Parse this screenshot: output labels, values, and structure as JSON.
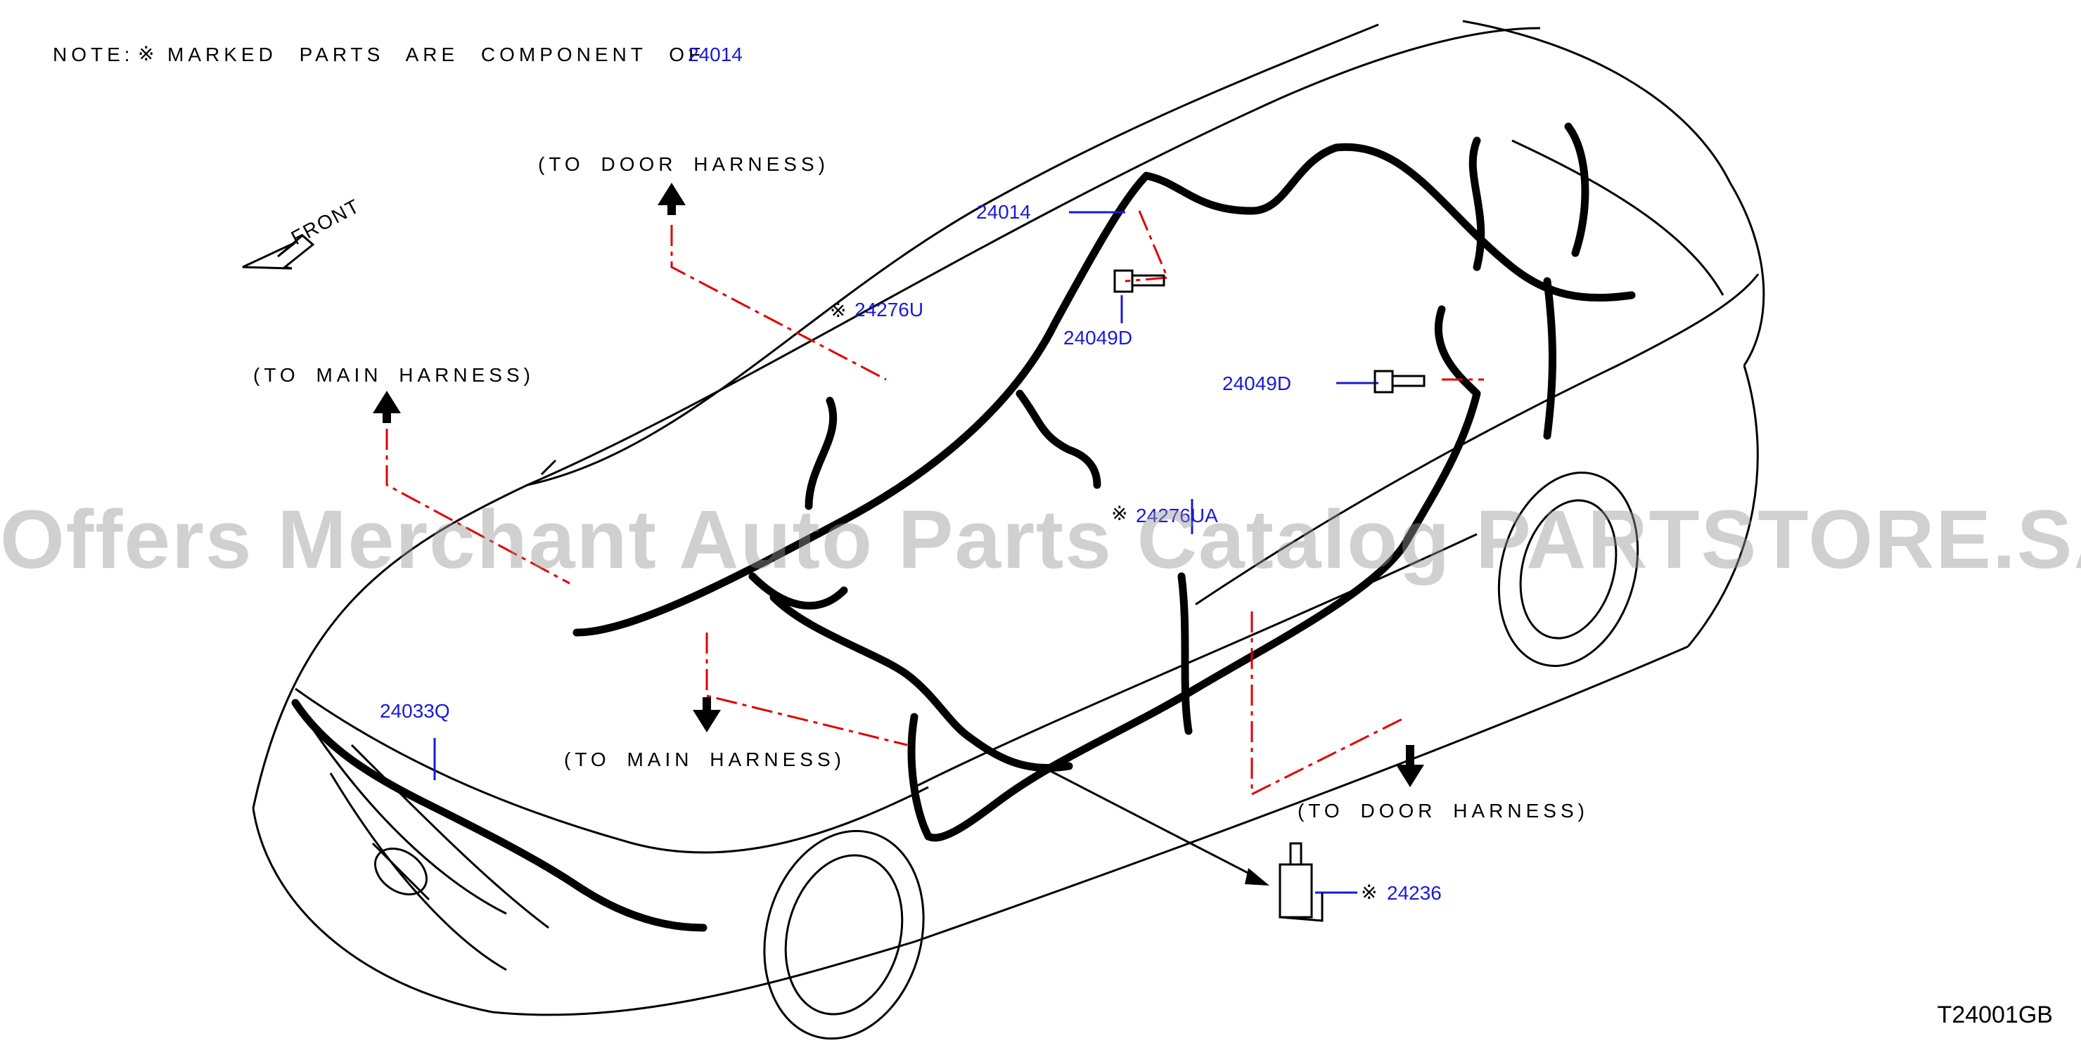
{
  "note": {
    "prefix": "NOTE:",
    "symbol": "※",
    "text": "MARKED PARTS ARE COMPONENT OF",
    "ref": "24014"
  },
  "front_label": "FRONT",
  "labels": {
    "to_door_harness_top": "(TO DOOR HARNESS)",
    "to_main_harness_left": "(TO MAIN HARNESS)",
    "to_main_harness_center": "(TO MAIN HARNESS)",
    "to_door_harness_right": "(TO DOOR HARNESS)"
  },
  "parts": {
    "p24014": "24014",
    "p24276U": "24276U",
    "p24049D_a": "24049D",
    "p24049D_b": "24049D",
    "p24276UA": "24276UA",
    "p24033Q": "24033Q",
    "p24236": "24236"
  },
  "marked_symbol": "※",
  "watermark": "Offers Merchant Auto Parts Catalog PARTSTORE.SA",
  "diagram_id": "T24001GB",
  "colors": {
    "part_label": "#1a1ad6",
    "leader_dashed": "#e00000",
    "line": "#000000"
  }
}
